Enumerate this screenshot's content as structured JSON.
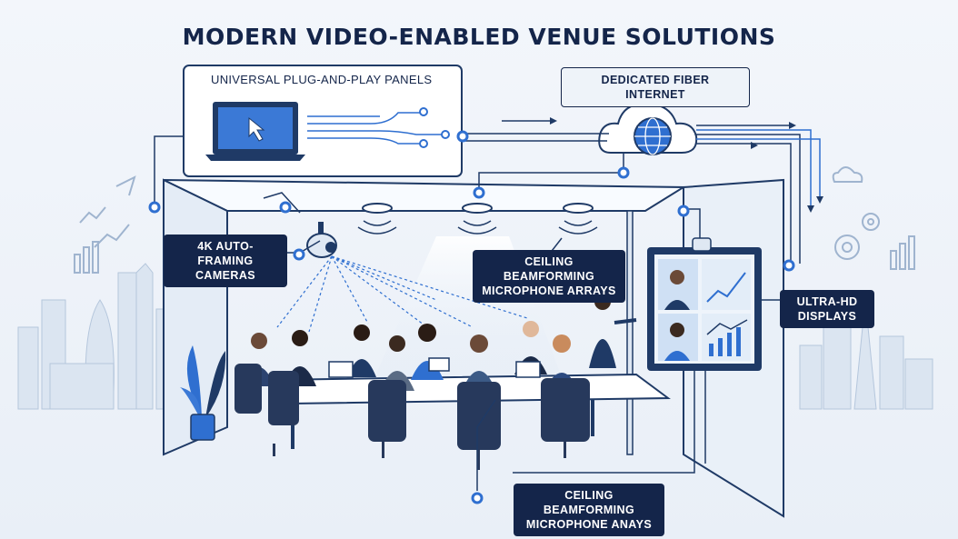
{
  "title": "MODERN VIDEO-ENABLED VENUE SOLUTIONS",
  "labels": {
    "panels": "UNIVERSAL PLUG-AND-PLAY PANELS",
    "fiber": "DEDICATED FIBER INTERNET",
    "cameras_line1": "4K AUTO-FRAMING",
    "cameras_line2": "CAMERAS",
    "mics_top_line1": "CEILING BEAMFORMING",
    "mics_top_line2": "MICROPHONE ARRAYS",
    "displays_line1": "ULTRA-HD",
    "displays_line2": "DISPLAYS",
    "mics_bottom_line1": "CEILING BEAMFORMING",
    "mics_bottom_line2": "MICROPHONE ANAYS"
  },
  "colors": {
    "navy": "#14254a",
    "accent_blue": "#2f6fd0",
    "light_blue": "#cfe0f4",
    "line": "#1f3a66"
  }
}
